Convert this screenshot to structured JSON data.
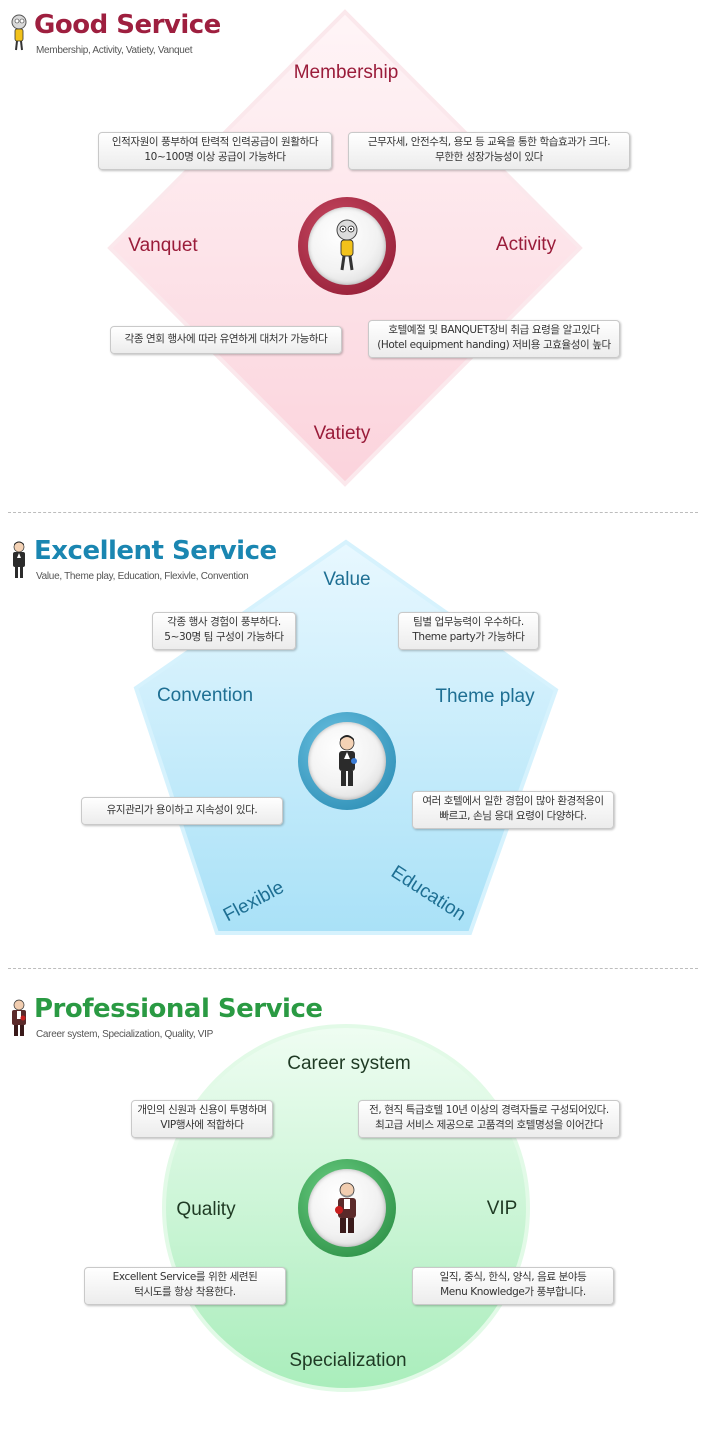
{
  "good_service": {
    "title": "Good Service",
    "subtitle": "Membership, Activity, Vatiety, Vanquet",
    "labels": {
      "top": "Membership",
      "right": "Activity",
      "bottom": "Vatiety",
      "left": "Vanquet"
    },
    "boxes": {
      "top_left": [
        "인적자원이 풍부하여 탄력적 인력공급이 원활하다",
        "10~100명 이상 공급이 가능하다"
      ],
      "top_right": [
        "근무자세, 안전수칙, 용모 등 교육을 통한 학습효과가 크다.",
        "무한한 성장가능성이 있다"
      ],
      "bottom_left": [
        "각종 연회 행사에 따라 유연하게 대처가 가능하다"
      ],
      "bottom_right": [
        "호텔예절 및 BANQUET장비 취급 요령을 알고있다",
        "(Hotel equipment handing) 저비용 고효율성이 높다"
      ]
    },
    "colors": {
      "title": "#9e1f3f",
      "label": "#9a1c3a",
      "fill": "#fde2e7",
      "ring": "#a3273f"
    },
    "icon": "bird-mascot-icon"
  },
  "excellent_service": {
    "title": "Excellent Service",
    "subtitle": "Value, Theme play, Education, Flexivle, Convention",
    "labels": {
      "top": "Value",
      "right": "Theme play",
      "bottom_right": "Education",
      "bottom_left": "Flexible",
      "left": "Convention"
    },
    "boxes": {
      "top_left": [
        "각종 행사 경험이 풍부하다.",
        "5~30명 팀 구성이 가능하다"
      ],
      "top_right": [
        "팀별 업무능력이 우수하다.",
        "Theme party가 가능하다"
      ],
      "left": [
        "유지관리가 용이하고 지속성이 있다."
      ],
      "right": [
        "여러 호텔에서 일한 경험이 많아 환경적응이",
        "빠르고, 손님 응대 요령이 다양하다."
      ]
    },
    "colors": {
      "title": "#1a86b1",
      "label": "#1e6f93",
      "fill": "#bfe9fa",
      "ring": "#2f9ac1"
    },
    "icon": "waiter-icon"
  },
  "professional_service": {
    "title": "Professional Service",
    "subtitle": "Career system, Specialization, Quality, VIP",
    "labels": {
      "top": "Career system",
      "right": "VIP",
      "bottom": "Specialization",
      "left": "Quality"
    },
    "boxes": {
      "top_left": [
        "개인의 신원과 신용이 투명하며",
        "VIP행사에 적합하다"
      ],
      "top_right": [
        "전, 현직 특급호텔 10년 이상의 경력자들로 구성되어있다.",
        "최고급 서비스 제공으로 고품격의 호텔명성을 이어간다"
      ],
      "bottom_left": [
        "Excellent Service를 위한 세련된",
        "턱시도를 항상 착용한다."
      ],
      "bottom_right": [
        "일직, 중식, 한식, 양식, 음료 분야등",
        "Menu Knowledge가 풍부합니다."
      ]
    },
    "colors": {
      "title": "#2a9a43",
      "label": "#1f3a24",
      "fill": "#c9f5d2",
      "ring": "#2f9a4a"
    },
    "icon": "butler-icon"
  }
}
